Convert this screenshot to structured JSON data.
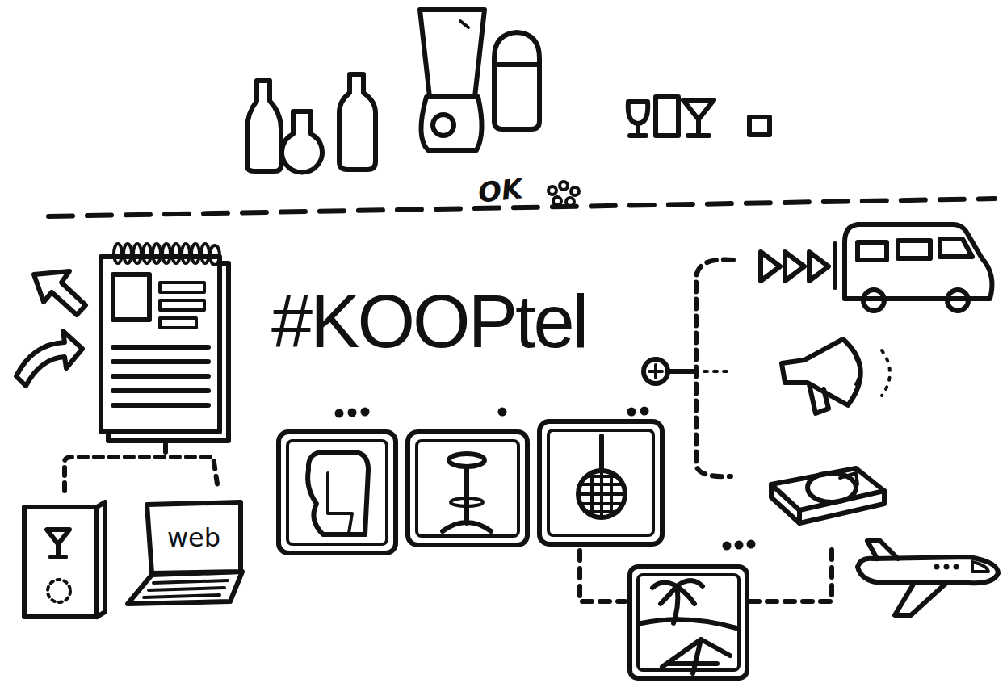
{
  "diagram": {
    "title": "#KOOPtel",
    "nodes": [
      {
        "text": [
          "web"
        ]
      }
    ],
    "labels": [
      "OK"
    ]
  }
}
